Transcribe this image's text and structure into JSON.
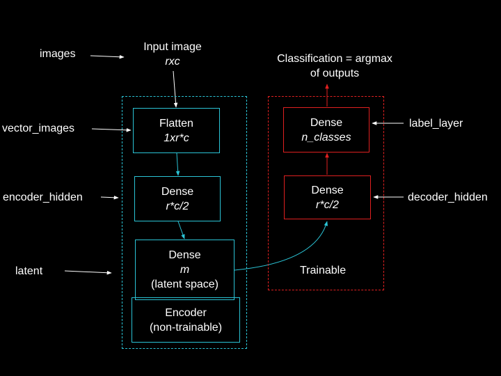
{
  "colors": {
    "background": "#000000",
    "encoder": "#2bc4d6",
    "decoder": "#e02020",
    "text": "#ffffff",
    "arrow": "#ffffff"
  },
  "side_labels": {
    "images": "images",
    "vector_images": "vector_images",
    "encoder_hidden": "encoder_hidden",
    "latent": "latent",
    "label_layer": "label_layer",
    "decoder_hidden": "decoder_hidden"
  },
  "input": {
    "title": "Input image",
    "shape": "rxc"
  },
  "output": {
    "line1": "Classification = argmax",
    "line2": "of outputs"
  },
  "encoder": {
    "caption_line1": "Encoder",
    "caption_line2": "(non-trainable)",
    "flatten": {
      "title": "Flatten",
      "shape": "1xr*c"
    },
    "hidden": {
      "title": "Dense",
      "shape": "r*c/2"
    },
    "latent": {
      "title": "Dense",
      "shape": "m",
      "note": "(latent space)"
    }
  },
  "decoder": {
    "caption": "Trainable",
    "label_layer": {
      "title": "Dense",
      "shape": "n_classes"
    },
    "hidden": {
      "title": "Dense",
      "shape": "r*c/2"
    }
  }
}
